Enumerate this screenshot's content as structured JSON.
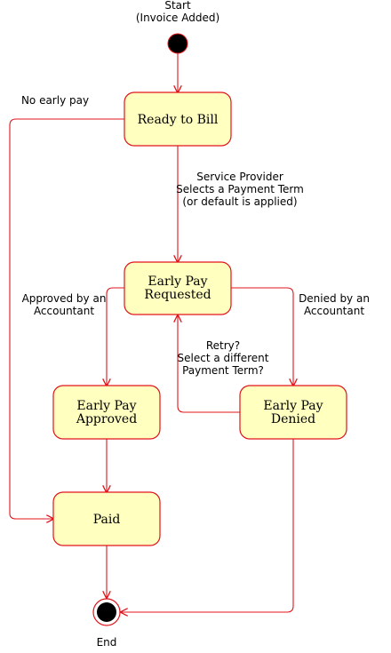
{
  "start": {
    "line1": "Start",
    "line2": "(Invoice Added)"
  },
  "end": {
    "label": "End"
  },
  "states": {
    "ready": {
      "label": "Ready to Bill"
    },
    "requested": {
      "line1": "Early Pay",
      "line2": "Requested"
    },
    "approved": {
      "line1": "Early Pay",
      "line2": "Approved"
    },
    "denied": {
      "line1": "Early Pay",
      "line2": "Denied"
    },
    "paid": {
      "label": "Paid"
    }
  },
  "transitions": {
    "no_early_pay": "No early pay",
    "select_term": {
      "line1": "Service Provider",
      "line2": "Selects a Payment Term",
      "line3": "(or default is applied)"
    },
    "approved_by": {
      "line1": "Approved by an",
      "line2": "Accountant"
    },
    "denied_by": {
      "line1": "Denied by an",
      "line2": "Accountant"
    },
    "retry": {
      "line1": "Retry?",
      "line2": "Select a different",
      "line3": "Payment Term?"
    }
  },
  "colors": {
    "state_fill": "#ffffc0",
    "line": "#e0141b",
    "node": "#000000"
  }
}
